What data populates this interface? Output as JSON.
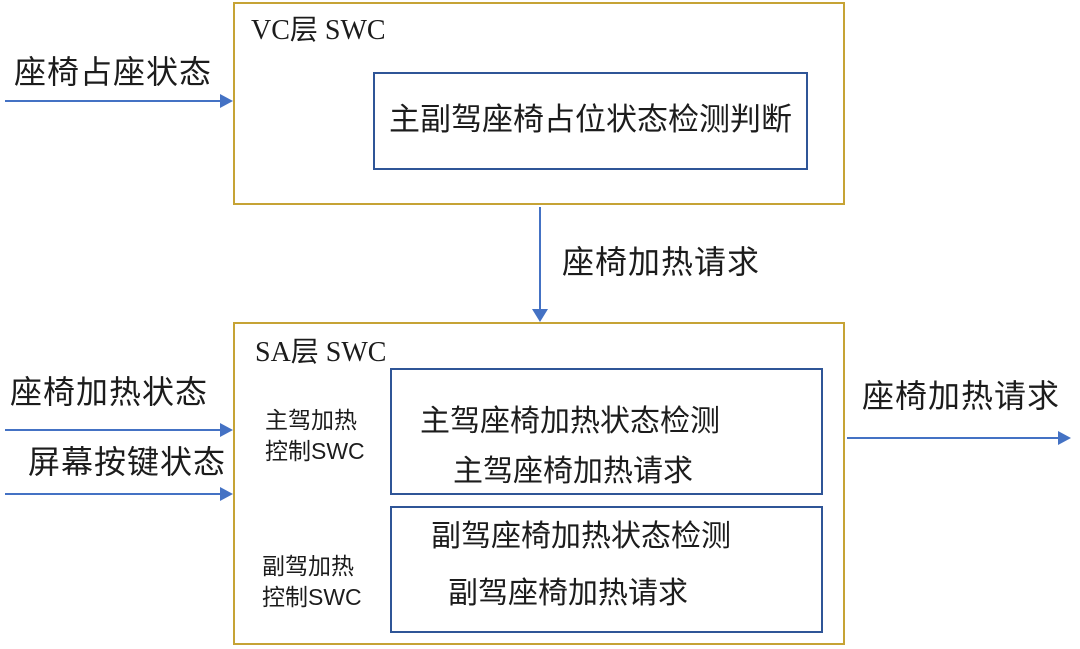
{
  "colors": {
    "gold": "#C6A335",
    "blue-border": "#2F5597",
    "arrow": "#4472C4",
    "text": "#1c1c1c",
    "bg": "#ffffff"
  },
  "vc_layer": {
    "title": "VC层 SWC",
    "component": "主副驾座椅占位状态检测判断"
  },
  "sa_layer": {
    "title": "SA层 SWC",
    "driver_swc": {
      "label_lines": [
        "主驾加热",
        "控制SWC"
      ],
      "component_lines": [
        "主驾座椅加热状态检测",
        "主驾座椅加热请求"
      ]
    },
    "passenger_swc": {
      "label_lines": [
        "副驾加热",
        "控制SWC"
      ],
      "component_lines": [
        "副驾座椅加热状态检测",
        "副驾座椅加热请求"
      ]
    }
  },
  "signals": {
    "seat_occupancy_status": "座椅占座状态",
    "seat_heating_request_mid": "座椅加热请求",
    "seat_heating_status": "座椅加热状态",
    "screen_button_status": "屏幕按键状态",
    "seat_heating_request_out": "座椅加热请求"
  }
}
